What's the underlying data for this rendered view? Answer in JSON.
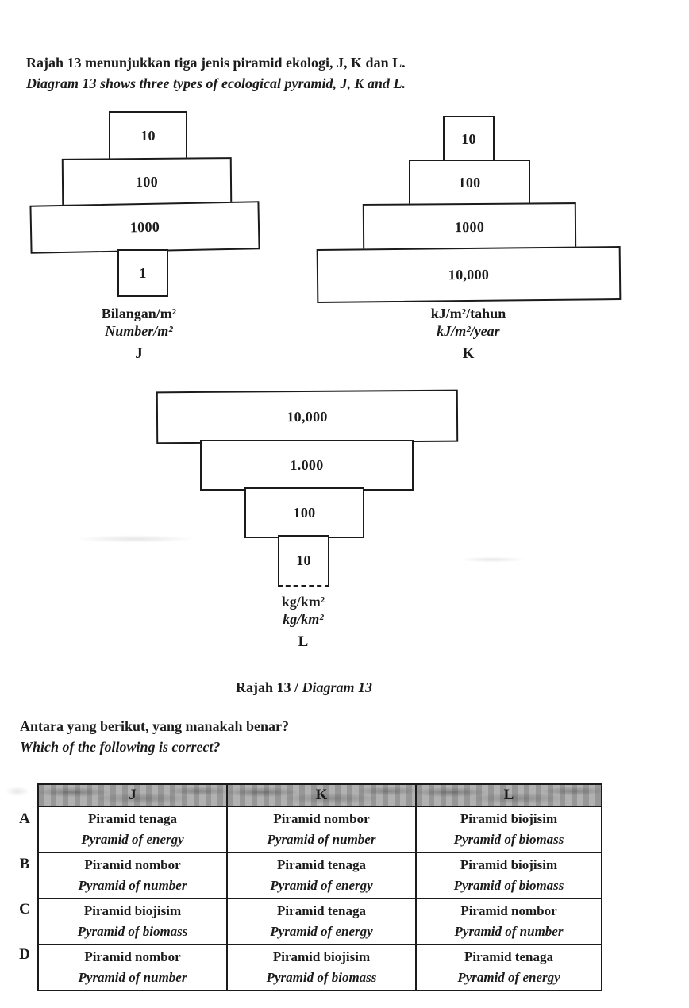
{
  "intro": {
    "my": "Rajah 13 menunjukkan tiga jenis piramid ekologi, J, K dan L.",
    "en": "Diagram 13 shows three types of ecological pyramid, J, K and L."
  },
  "pyramids": {
    "j": {
      "layers": [
        "10",
        "100",
        "1000",
        "1"
      ],
      "unit_my": "Bilangan/m²",
      "unit_en": "Number/m²",
      "letter": "J"
    },
    "k": {
      "layers": [
        "10",
        "100",
        "1000",
        "10,000"
      ],
      "unit_my": "kJ/m²/tahun",
      "unit_en": "kJ/m²/year",
      "letter": "K"
    },
    "l": {
      "layers": [
        "10,000",
        "1.000",
        "100",
        "10"
      ],
      "unit_my": "kg/km²",
      "unit_en": "kg/km²",
      "letter": "L"
    }
  },
  "caption": {
    "my": "Rajah 13 / ",
    "en": "Diagram 13"
  },
  "question": {
    "my": "Antara yang berikut, yang manakah benar?",
    "en": "Which of the following is correct?"
  },
  "table": {
    "headers": [
      "J",
      "K",
      "L"
    ],
    "rows": [
      {
        "option": "A",
        "cells": [
          {
            "my": "Piramid tenaga",
            "en": "Pyramid of energy"
          },
          {
            "my": "Piramid nombor",
            "en": "Pyramid of number"
          },
          {
            "my": "Piramid biojisim",
            "en": "Pyramid of biomass"
          }
        ]
      },
      {
        "option": "B",
        "cells": [
          {
            "my": "Piramid nombor",
            "en": "Pyramid of number"
          },
          {
            "my": "Piramid tenaga",
            "en": "Pyramid of energy"
          },
          {
            "my": "Piramid biojisim",
            "en": "Pyramid of biomass"
          }
        ]
      },
      {
        "option": "C",
        "cells": [
          {
            "my": "Piramid biojisim",
            "en": "Pyramid of biomass"
          },
          {
            "my": "Piramid tenaga",
            "en": "Pyramid of energy"
          },
          {
            "my": "Piramid nombor",
            "en": "Pyramid of number"
          }
        ]
      },
      {
        "option": "D",
        "cells": [
          {
            "my": "Piramid nombor",
            "en": "Pyramid of number"
          },
          {
            "my": "Piramid biojisim",
            "en": "Pyramid of biomass"
          },
          {
            "my": "Piramid tenaga",
            "en": "Pyramid of energy"
          }
        ]
      }
    ]
  },
  "colors": {
    "ink": "#1b1b1b",
    "paper": "#ffffff",
    "band": "#a8a8a8"
  }
}
